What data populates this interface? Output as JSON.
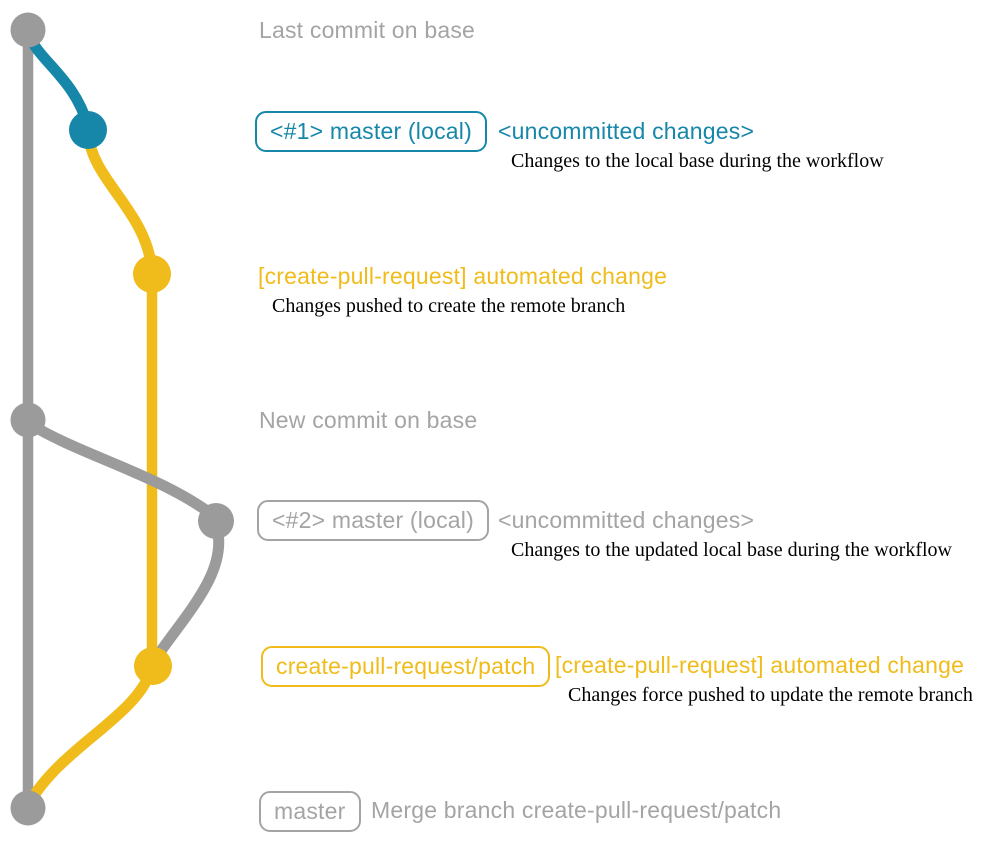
{
  "colors": {
    "teal": "#1787a9",
    "yellow": "#f0bc1b",
    "gray_line": "#9b9b9b",
    "gray_text": "#a4a4a4",
    "ink": "#000000"
  },
  "graph": {
    "branches": [
      {
        "name": "base-branch-line",
        "color": "gray_line"
      },
      {
        "name": "patch-branch-line",
        "color": "yellow"
      }
    ],
    "nodes": [
      {
        "name": "last-commit-on-base",
        "color": "gray_line"
      },
      {
        "name": "local-uncommitted-1",
        "color": "teal"
      },
      {
        "name": "patch-commit-1",
        "color": "yellow"
      },
      {
        "name": "new-commit-on-base",
        "color": "gray_line"
      },
      {
        "name": "local-uncommitted-2",
        "color": "gray_line"
      },
      {
        "name": "patch-commit-2",
        "color": "yellow"
      },
      {
        "name": "merge-commit",
        "color": "gray_line"
      }
    ]
  },
  "annotations": {
    "last_commit": {
      "label": "Last commit on base"
    },
    "commit1": {
      "branch_tag": "<#1> master (local)",
      "status": "<uncommitted changes>",
      "detail": "Changes to the local base during the workflow"
    },
    "push1": {
      "title": "[create-pull-request] automated change",
      "detail": "Changes pushed to create the remote branch"
    },
    "new_commit": {
      "label": "New commit on base"
    },
    "commit2": {
      "branch_tag": "<#2> master (local)",
      "status": "<uncommitted changes>",
      "detail": "Changes to the updated local base during the workflow"
    },
    "push2": {
      "branch_tag": "create-pull-request/patch",
      "title": "[create-pull-request] automated change",
      "detail": "Changes force pushed to update the remote branch"
    },
    "merge": {
      "branch_tag": "master",
      "label": "Merge branch create-pull-request/patch"
    }
  }
}
